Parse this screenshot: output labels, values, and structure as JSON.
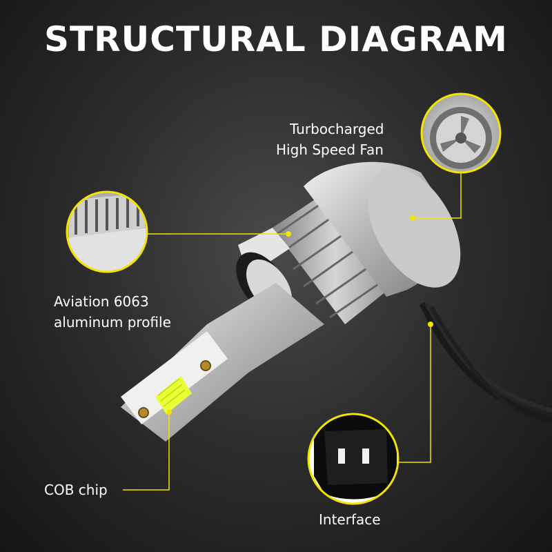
{
  "title": "STRUCTURAL DIAGRAM",
  "callouts": {
    "fan": {
      "line1": "Turbocharged",
      "line2": "High Speed Fan"
    },
    "profile": {
      "line1": "Aviation 6063",
      "line2": "aluminum profile"
    },
    "cob": {
      "text": "COB chip"
    },
    "interface": {
      "text": "Interface"
    }
  },
  "colors": {
    "accent": "#f2e400",
    "text": "#ffffff",
    "background": "#2e2e2e"
  }
}
